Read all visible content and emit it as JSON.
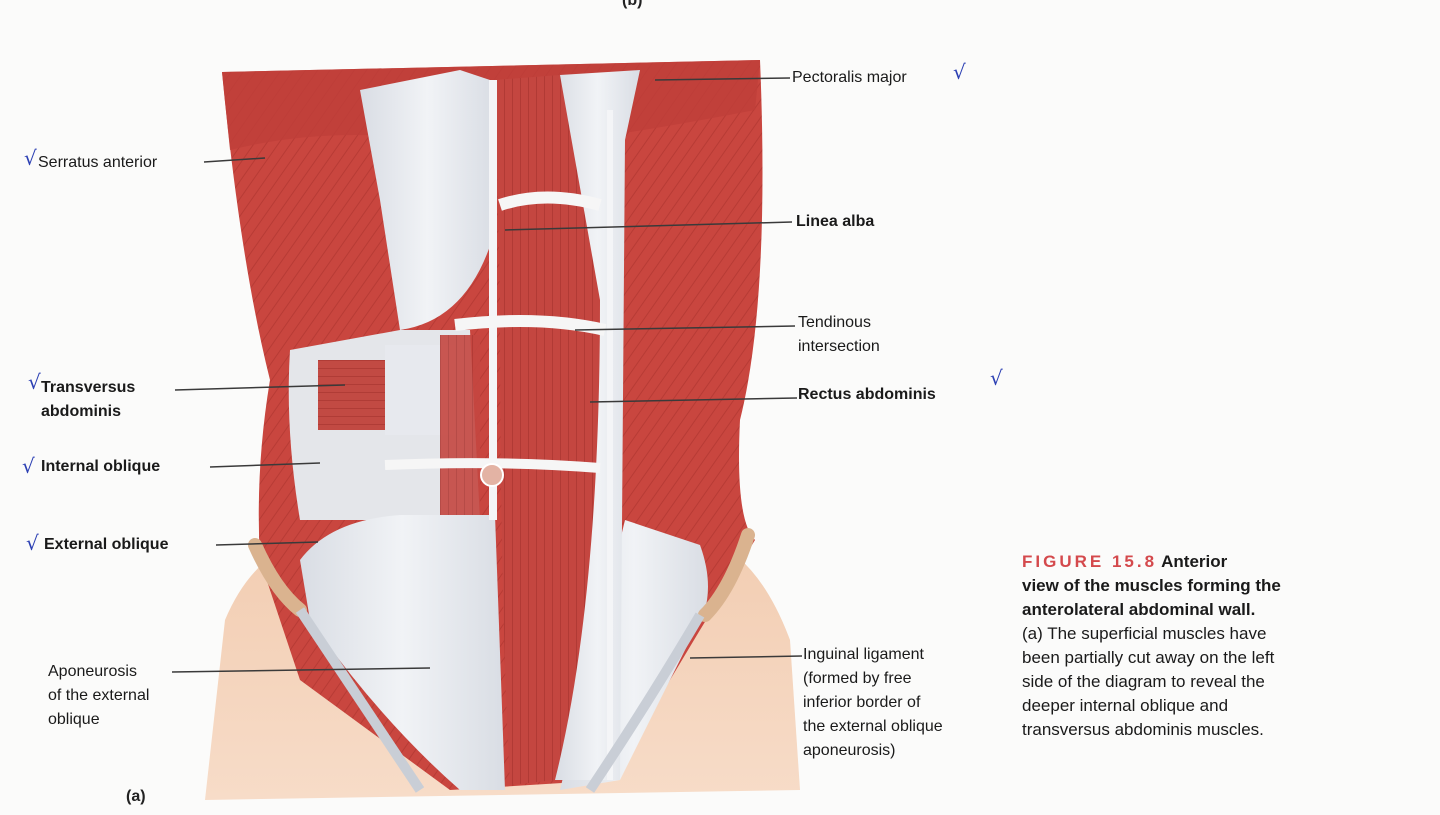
{
  "figure": {
    "top_panel_label": "(b)",
    "panel_label": "(a)"
  },
  "labels": {
    "pectoralis_major": "Pectoralis major",
    "serratus_anterior": "Serratus anterior",
    "linea_alba": "Linea alba",
    "tendinous_intersection_1": "Tendinous",
    "tendinous_intersection_2": "intersection",
    "rectus_abdominis": "Rectus abdominis",
    "transversus_abdominis_1": "Transversus",
    "transversus_abdominis_2": "abdominis",
    "internal_oblique": "Internal oblique",
    "external_oblique": "External oblique",
    "aponeurosis_1": "Aponeurosis",
    "aponeurosis_2": "of the external",
    "aponeurosis_3": "oblique",
    "inguinal_1": "Inguinal ligament",
    "inguinal_2": "(formed by free",
    "inguinal_3": "inferior border of",
    "inguinal_4": "the external oblique",
    "inguinal_5": "aponeurosis)"
  },
  "checkmark_glyph": "√",
  "caption": {
    "figure_number": "FIGURE 15.8",
    "title_1": " Anterior",
    "title_2": "view of the muscles forming the",
    "title_3": "anterolateral abdominal wall.",
    "body_1": "(a) The superficial muscles have",
    "body_2": "been partially cut away on the left",
    "body_3": "side of the diagram to reveal the",
    "body_4": "deeper internal oblique and",
    "body_5": "transversus abdominis muscles."
  },
  "colors": {
    "muscle": "#c9463f",
    "muscle_dark": "#a8302c",
    "fascia": "#e6e9ee",
    "skin": "#efc7ab",
    "check": "#2b3fb3",
    "figure_number": "#d4494c"
  }
}
